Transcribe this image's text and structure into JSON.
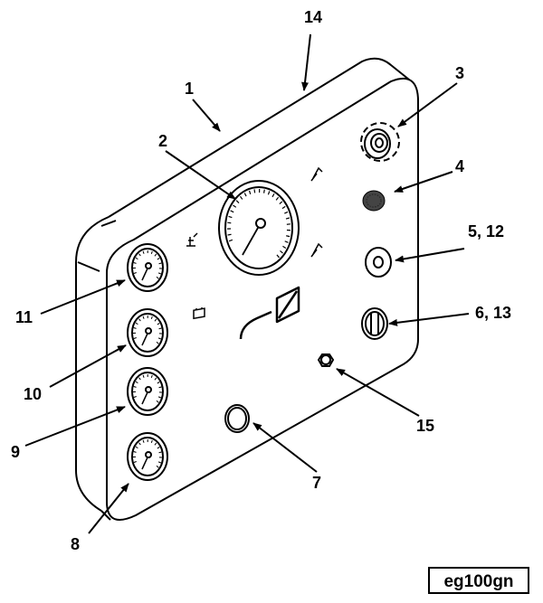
{
  "callouts": {
    "c1": "1",
    "c2": "2",
    "c3": "3",
    "c4": "4",
    "c5": "5, 12",
    "c6": "6, 13",
    "c7": "7",
    "c8": "8",
    "c9": "9",
    "c10": "10",
    "c11": "11",
    "c14": "14",
    "c15": "15"
  },
  "figure_code": "eg100gn",
  "colors": {
    "line": "#000000",
    "background": "#ffffff"
  }
}
